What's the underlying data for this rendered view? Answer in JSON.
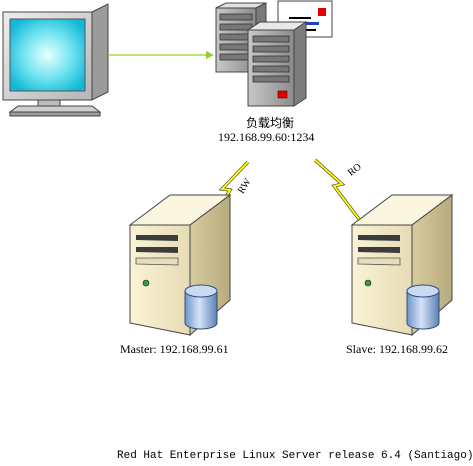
{
  "nodes": {
    "client": {
      "icon": "monitor-icon"
    },
    "load_balancer": {
      "icon": "server-rack-icon",
      "name": "负载均衡",
      "address": "192.168.99.60:1234"
    },
    "master": {
      "icon": "tower-server-icon",
      "label": "Master: 192.168.99.61"
    },
    "slave": {
      "icon": "tower-server-icon",
      "label": "Slave: 192.168.99.62"
    }
  },
  "links": {
    "client_to_lb": {
      "color": "#9acd32"
    },
    "lb_to_master": {
      "label": "RW",
      "color": "#ffff00"
    },
    "lb_to_slave": {
      "label": "RO",
      "color": "#ffff00"
    }
  },
  "footer": {
    "os_release": "Red Hat Enterprise Linux Server release 6.4 (Santiago)"
  }
}
